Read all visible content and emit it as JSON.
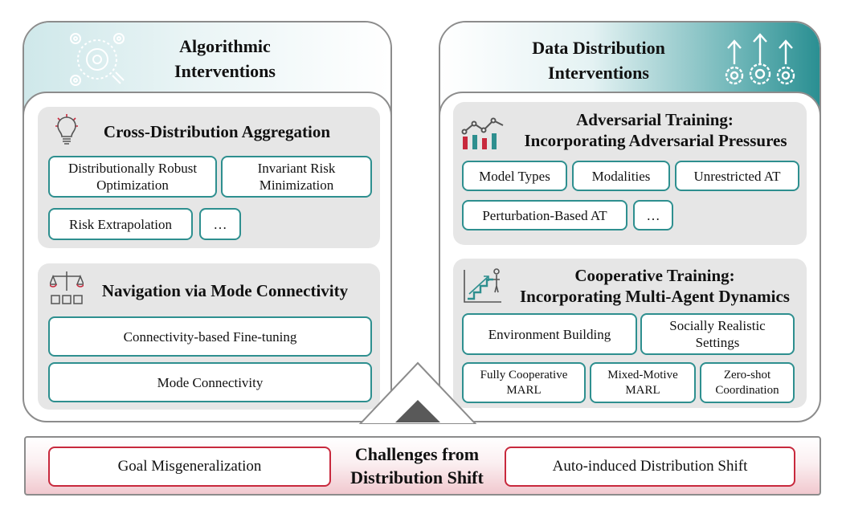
{
  "left_panel": {
    "title": "Algorithmic Interventions",
    "icon": "gears-target-icon",
    "sections": [
      {
        "title": "Cross-Distribution Aggregation",
        "icon": "lightbulb-icon",
        "chips": [
          "Distributionally Robust Optimization",
          "Invariant Risk Minimization",
          "Risk Extrapolation",
          "…"
        ]
      },
      {
        "title": "Navigation via Mode Connectivity",
        "icon": "balance-scale-icon",
        "chips": [
          "Connectivity-based Fine-tuning",
          "Mode Connectivity"
        ]
      }
    ]
  },
  "right_panel": {
    "title": "Data Distribution Interventions",
    "icon": "gears-arrows-up-icon",
    "sections": [
      {
        "title_line1": "Adversarial Training:",
        "title_line2": "Incorporating Adversarial Pressures",
        "icon": "bar-line-chart-icon",
        "chips": [
          "Model Types",
          "Modalities",
          "Unrestricted AT",
          "Perturbation-Based AT",
          "…"
        ]
      },
      {
        "title_line1": "Cooperative Training:",
        "title_line2": "Incorporating Multi-Agent Dynamics",
        "icon": "growth-stairs-icon",
        "chips": [
          "Environment Building",
          "Socially Realistic Settings",
          "Fully Cooperative MARL",
          "Mixed-Motive MARL",
          "Zero-shot Coordination"
        ]
      }
    ]
  },
  "bottom": {
    "title": "Challenges from Distribution Shift",
    "left_chip": "Goal Misgeneralization",
    "right_chip": "Auto-induced Distribution Shift"
  },
  "colors": {
    "teal": "#2e8f8f",
    "red": "#c8293d",
    "section_gray": "#e6e6e6",
    "border_gray": "#8c8c8c"
  }
}
